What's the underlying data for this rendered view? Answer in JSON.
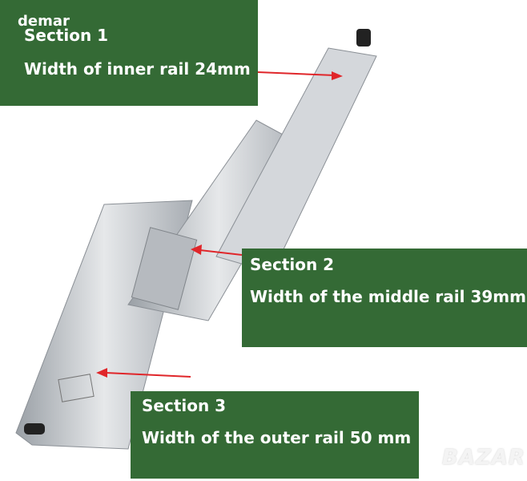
{
  "watermark_top": "demar",
  "watermark_bottom": "BAZAR",
  "colors": {
    "label_bg": "#346a35",
    "arrow": "#e0262a",
    "rail": "#c9ccd0"
  },
  "sections": [
    {
      "title": "Section 1",
      "text": "Width of inner rail 24mm"
    },
    {
      "title": "Section 2",
      "text": "Width of the middle rail 39mm"
    },
    {
      "title": "Section 3",
      "text": "Width of the outer rail 50 mm"
    }
  ]
}
